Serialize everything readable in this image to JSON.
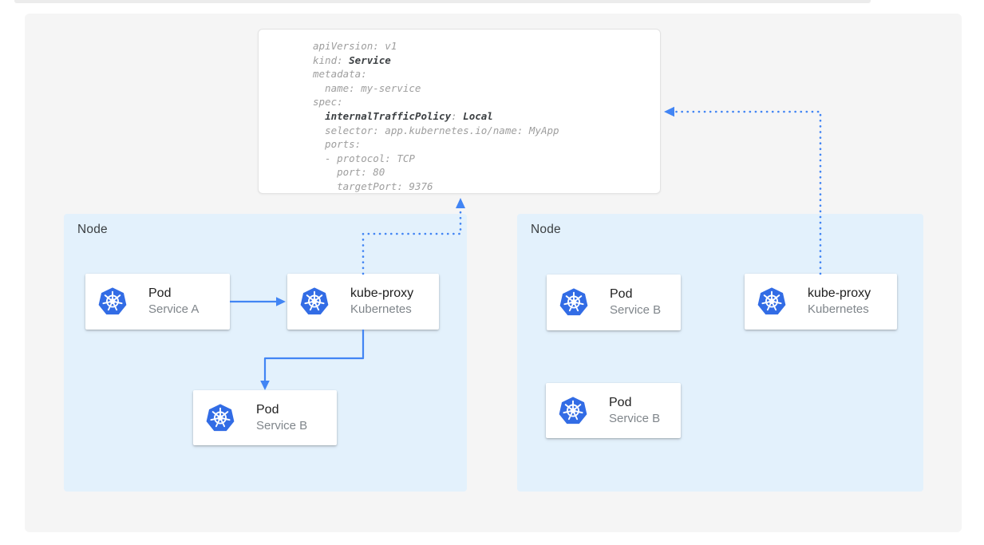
{
  "colors": {
    "accent_blue": "#4285f4",
    "kubernetes_blue": "#326ce5",
    "node_background": "#e3f1fc",
    "canvas_background": "#f5f5f5",
    "yaml_text_gray": "#9e9e9e",
    "yaml_text_emphasis": "#3c4043"
  },
  "yaml": {
    "lines": [
      {
        "segments": [
          {
            "text": "apiVersion: v1",
            "bold": false
          }
        ]
      },
      {
        "segments": [
          {
            "text": "kind: ",
            "bold": false
          },
          {
            "text": "Service",
            "bold": true
          }
        ]
      },
      {
        "segments": [
          {
            "text": "metadata:",
            "bold": false
          }
        ]
      },
      {
        "segments": [
          {
            "text": "  name: my-service",
            "bold": false
          }
        ]
      },
      {
        "segments": [
          {
            "text": "spec:",
            "bold": false
          }
        ]
      },
      {
        "segments": [
          {
            "text": "  ",
            "bold": false
          },
          {
            "text": "internalTrafficPolicy",
            "bold": true
          },
          {
            "text": ": ",
            "bold": false
          },
          {
            "text": "Local",
            "bold": true
          }
        ]
      },
      {
        "segments": [
          {
            "text": "  selector: app.kubernetes.io/name: MyApp",
            "bold": false
          }
        ]
      },
      {
        "segments": [
          {
            "text": "  ports:",
            "bold": false
          }
        ]
      },
      {
        "segments": [
          {
            "text": "  - protocol: TCP",
            "bold": false
          }
        ]
      },
      {
        "segments": [
          {
            "text": "    port: 80",
            "bold": false
          }
        ]
      },
      {
        "segments": [
          {
            "text": "    targetPort: 9376",
            "bold": false
          }
        ]
      }
    ]
  },
  "diagram": {
    "nodes": [
      {
        "label": "Node",
        "cards": [
          {
            "title": "Pod",
            "subtitle": "Service A",
            "icon": "kubernetes-icon"
          },
          {
            "title": "kube-proxy",
            "subtitle": "Kubernetes",
            "icon": "kubernetes-icon"
          },
          {
            "title": "Pod",
            "subtitle": "Service B",
            "icon": "kubernetes-icon"
          }
        ]
      },
      {
        "label": "Node",
        "cards": [
          {
            "title": "Pod",
            "subtitle": "Service B",
            "icon": "kubernetes-icon"
          },
          {
            "title": "kube-proxy",
            "subtitle": "Kubernetes",
            "icon": "kubernetes-icon"
          },
          {
            "title": "Pod",
            "subtitle": "Service B",
            "icon": "kubernetes-icon"
          }
        ]
      }
    ],
    "connections": [
      {
        "from": "pod-service-a",
        "to": "kube-proxy-left",
        "style": "solid-arrow"
      },
      {
        "from": "kube-proxy-left",
        "to": "pod-service-b-left",
        "style": "solid-arrow"
      },
      {
        "from": "kube-proxy-left",
        "to": "service-yaml-card",
        "style": "dotted-arrow"
      },
      {
        "from": "kube-proxy-right",
        "to": "service-yaml-card",
        "style": "dotted-arrow"
      }
    ]
  }
}
